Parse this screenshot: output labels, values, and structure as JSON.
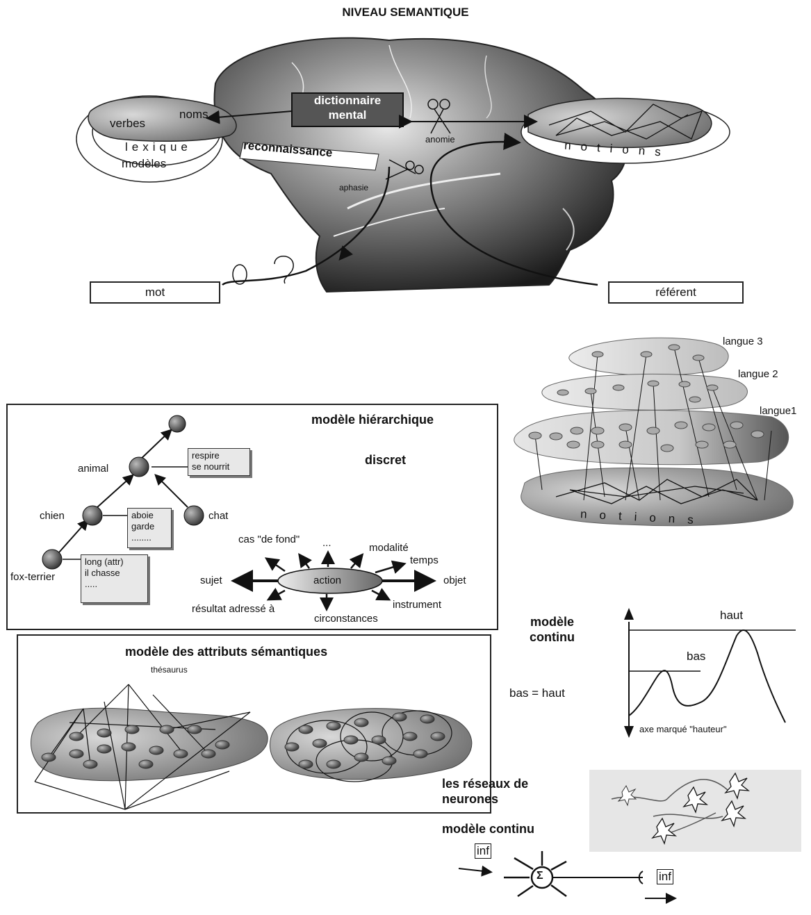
{
  "title": "NIVEAU SEMANTIQUE",
  "brain": {
    "dictionnaire": [
      "dictionnaire",
      "mental"
    ],
    "reconnaissance": "reconnaissance",
    "verbes": "verbes",
    "noms": "noms",
    "lexique": "lexique",
    "modeles": "modèles",
    "anomie": "anomie",
    "aphasie": "aphasie",
    "notions": "notions",
    "mot": "mot",
    "referent": "référent"
  },
  "langues": {
    "l3": "langue 3",
    "l2": "langue 2",
    "l1": "langue1",
    "notions": "notions"
  },
  "hierarchique": {
    "title": "modèle hiérarchique",
    "discret": "discret",
    "animal": "animal",
    "chien": "chien",
    "chat": "chat",
    "fox": "fox-terrier",
    "box_animal": [
      "respire",
      "se nourrit"
    ],
    "box_chien": [
      "aboie",
      "garde",
      "........"
    ],
    "box_fox": [
      "long (attr)",
      "il chasse",
      "....."
    ],
    "action": "action",
    "cas": "cas \"de fond\"",
    "dots": "...",
    "modalite": "modalité",
    "temps": "temps",
    "sujet": "sujet",
    "objet": "objet",
    "instrument": "instrument",
    "resultat": "résultat adressé à",
    "circonstances": "circonstances"
  },
  "attributs": {
    "title": "modèle des attributs sémantiques",
    "thesaurus": "thésaurus"
  },
  "continu": {
    "title": [
      "modèle",
      "continu"
    ],
    "haut": "haut",
    "bas": "bas",
    "bas_haut": "bas = haut",
    "axe": "axe marqué \"hauteur\""
  },
  "neurones": {
    "title": [
      "les réseaux de",
      "neurones"
    ],
    "modele": "modèle continu",
    "inf1": "inf",
    "inf2": "inf",
    "sigma": "Σ"
  }
}
